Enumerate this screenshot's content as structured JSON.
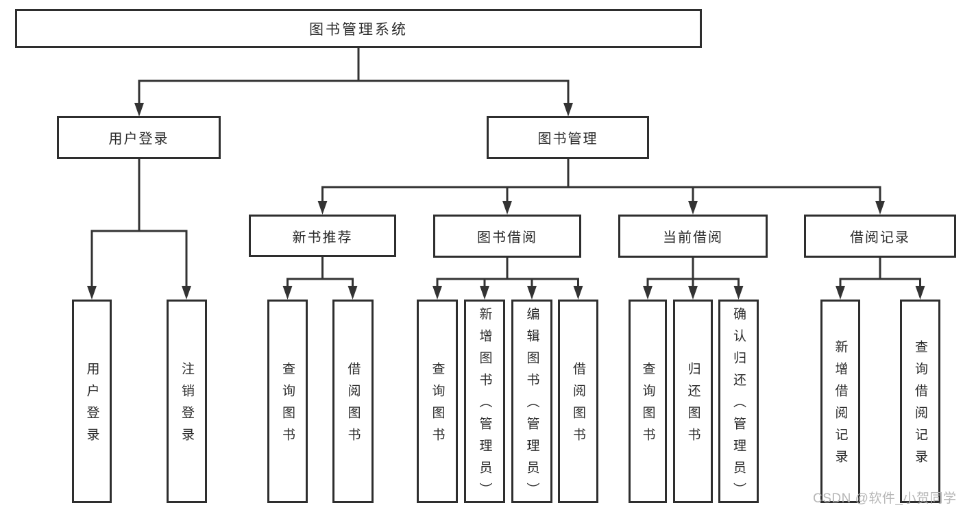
{
  "diagram": {
    "title": "图书管理系统",
    "watermark": "CSDN @软件_小贺同学",
    "nodes": {
      "root": "图书管理系统",
      "user_login": "用户登录",
      "book_mgmt": "图书管理",
      "new_book_rec": "新书推荐",
      "book_borrow": "图书借阅",
      "current_borrow": "当前借阅",
      "borrow_records": "借阅记录",
      "ul_login": "用户登录",
      "ul_logout": "注销登录",
      "nb_query": "查询图书",
      "nb_borrow": "借阅图书",
      "bb_query": "查询图书",
      "bb_add": "新增图书（管理员）",
      "bb_edit": "编辑图书（管理员）",
      "bb_borrow": "借阅图书",
      "cb_query": "查询图书",
      "cb_return": "归还图书",
      "cb_confirm": "确认归还（管理员）",
      "br_add": "新增借阅记录",
      "br_query": "查询借阅记录"
    },
    "structure": [
      {
        "label": "图书管理系统",
        "children": [
          {
            "label": "用户登录",
            "children": [
              {
                "label": "用户登录"
              },
              {
                "label": "注销登录"
              }
            ]
          },
          {
            "label": "图书管理",
            "children": [
              {
                "label": "新书推荐",
                "children": [
                  {
                    "label": "查询图书"
                  },
                  {
                    "label": "借阅图书"
                  }
                ]
              },
              {
                "label": "图书借阅",
                "children": [
                  {
                    "label": "查询图书"
                  },
                  {
                    "label": "新增图书（管理员）"
                  },
                  {
                    "label": "编辑图书（管理员）"
                  },
                  {
                    "label": "借阅图书"
                  }
                ]
              },
              {
                "label": "当前借阅",
                "children": [
                  {
                    "label": "查询图书"
                  },
                  {
                    "label": "归还图书"
                  },
                  {
                    "label": "确认归还（管理员）"
                  }
                ]
              },
              {
                "label": "借阅记录",
                "children": [
                  {
                    "label": "新增借阅记录"
                  },
                  {
                    "label": "查询借阅记录"
                  }
                ]
              }
            ]
          }
        ]
      }
    ],
    "colors": {
      "line": "#333333",
      "box_border": "#2e2e2e",
      "box_fill": "#ffffff",
      "text": "#2b2b2b",
      "watermark": "#b3b3b3",
      "background": "#ffffff"
    }
  }
}
